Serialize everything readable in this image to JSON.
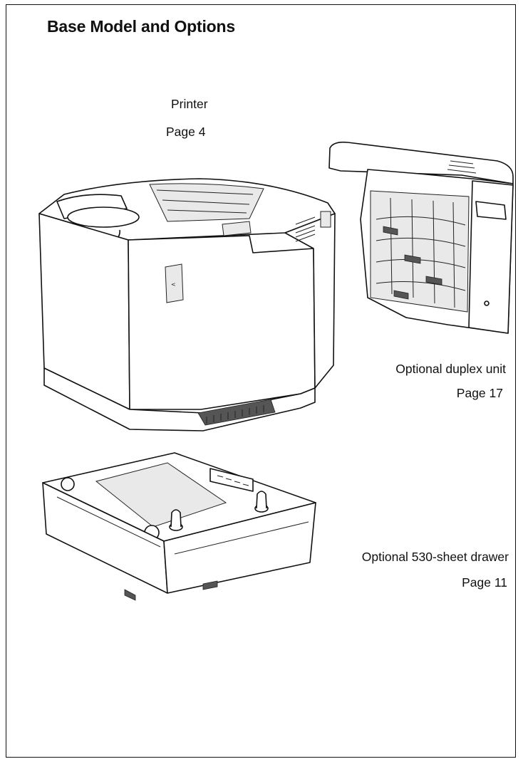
{
  "page": {
    "title": "Base Model and Options"
  },
  "items": {
    "printer": {
      "name": "Printer",
      "page": "Page 4"
    },
    "duplex": {
      "name": "Optional duplex unit",
      "page": "Page 17"
    },
    "drawer": {
      "name": "Optional 530-sheet drawer",
      "page": "Page 11"
    }
  }
}
